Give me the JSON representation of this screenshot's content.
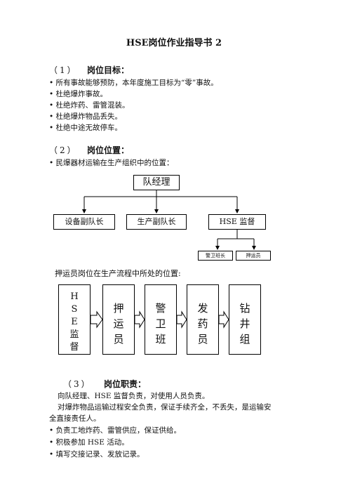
{
  "title": "HSE岗位作业指导书 2",
  "s1": {
    "num": "（1）",
    "heading": "岗位目标：",
    "items": [
      "所有事故能够预防，本年度施工目标为“零”事故。",
      "杜绝爆炸事故。",
      "杜绝炸药、雷管混装。",
      "杜绝爆炸物品丢失。",
      "杜绝中途无故停车。"
    ]
  },
  "s2": {
    "num": "（2）",
    "heading": "岗位位置：",
    "intro": "民爆器材运输在生产组织中的位置：",
    "org": {
      "top": "队经理",
      "mid": [
        "设备副队长",
        "生产副队长",
        "HSE 监督"
      ],
      "sub": [
        "警卫班长",
        "押运员"
      ]
    },
    "flow_intro": "押运员岗位在生产流程中所处的位置:",
    "flow": [
      [
        "H",
        "S",
        "E",
        "监",
        "督"
      ],
      [
        "押",
        "运",
        "员"
      ],
      [
        "警",
        "卫",
        "班"
      ],
      [
        "发",
        "药",
        "员"
      ],
      [
        "钻",
        "井",
        "组"
      ]
    ]
  },
  "s3": {
    "num": "（3）",
    "heading": "岗位职责：",
    "para1": "向队经理、HSE 监督负责，对使用人员负责。",
    "para2a": "对爆炸物品运输过程安全负责，保证手续齐全，不丢失，是运输安",
    "para2b": "全直接责任人。",
    "items": [
      "负责工地炸药、雷管供应，保证供给。",
      "积极参加 HSE 活动。",
      "填写交接记录、发放记录。"
    ]
  }
}
